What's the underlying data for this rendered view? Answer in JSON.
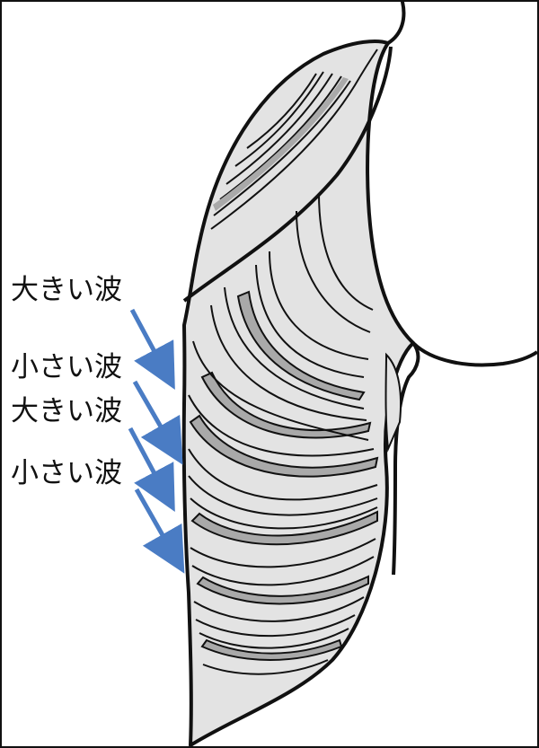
{
  "labels": [
    {
      "id": "label-1",
      "text": "大きい波"
    },
    {
      "id": "label-2",
      "text": "小さい波"
    },
    {
      "id": "label-3",
      "text": "大きい波"
    },
    {
      "id": "label-4",
      "text": "小さい波"
    }
  ],
  "colors": {
    "outline": "#111111",
    "fill_light": "#e3e3e3",
    "fill_dark": "#a9a9a9",
    "arrow": "#4a7cc4",
    "background": "#ffffff"
  }
}
